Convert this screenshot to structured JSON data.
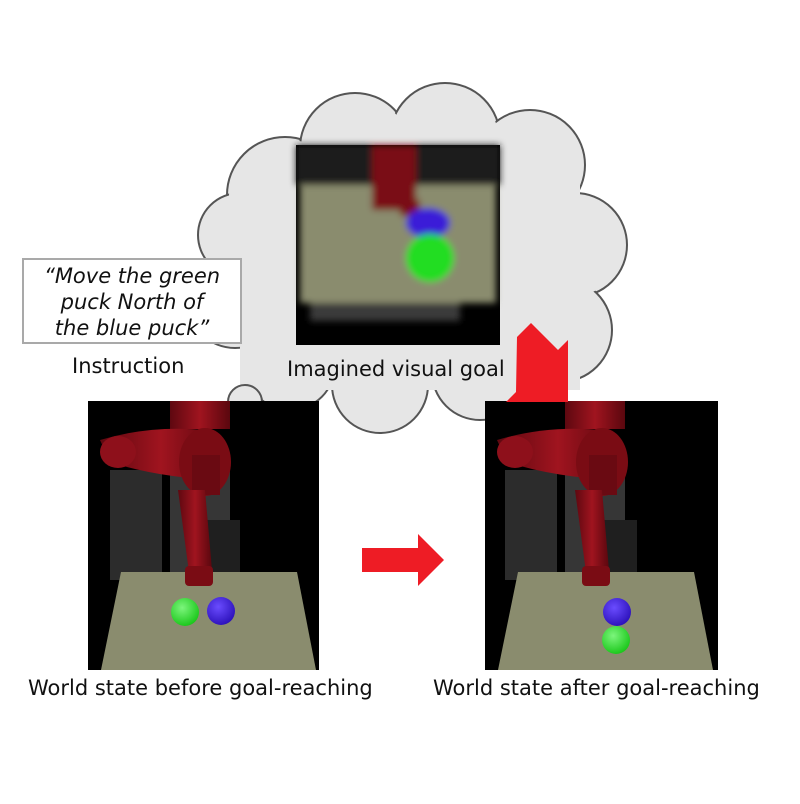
{
  "instruction": {
    "lines": [
      "“Move the green",
      "puck North of",
      "the blue puck”"
    ],
    "label": "Instruction"
  },
  "imagined_goal": {
    "label": "Imagined visual goal"
  },
  "before": {
    "label": "World state before goal-reaching"
  },
  "after": {
    "label": "World state after goal-reaching"
  },
  "colors": {
    "arrow": "#ee1c25",
    "robot": "#7a0c14",
    "table": "#8a8c6e",
    "green_puck": "#22dd22",
    "blue_puck": "#3a1ad8",
    "cloud_fill": "#e6e6e6",
    "cloud_stroke": "#555555"
  }
}
